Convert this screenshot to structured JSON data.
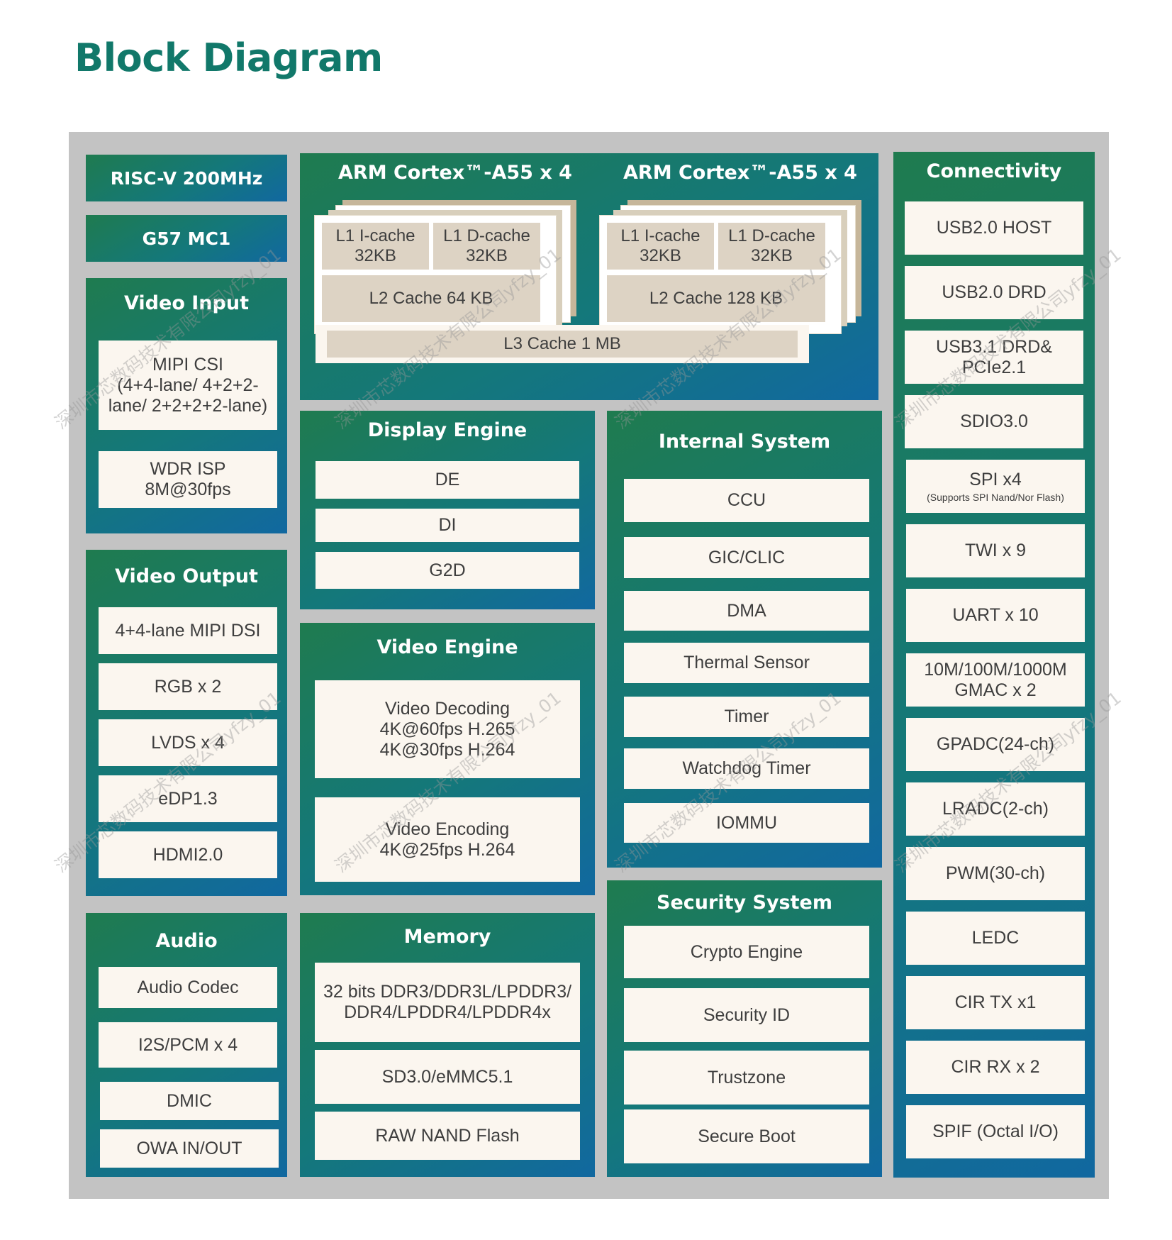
{
  "title": "Block Diagram",
  "left": {
    "riscv": "RISC-V 200MHz",
    "gpu": "G57 MC1",
    "video_input": {
      "title": "Video Input",
      "items": [
        "MIPI CSI\n(4+4-lane/ 4+2+2-\nlane/ 2+2+2+2-lane)",
        "WDR ISP\n8M@30fps"
      ]
    },
    "video_output": {
      "title": "Video Output",
      "items": [
        "4+4-lane MIPI DSI",
        "RGB x 2",
        "LVDS x 4",
        "eDP1.3",
        "HDMI2.0"
      ]
    },
    "audio": {
      "title": "Audio",
      "items": [
        "Audio Codec",
        "I2S/PCM x 4",
        "DMIC",
        "OWA IN/OUT"
      ]
    }
  },
  "cpu": {
    "clusters": [
      {
        "title": "ARM Cortex™-A55 x 4",
        "l1i": "L1 I-cache\n32KB",
        "l1d": "L1 D-cache\n32KB",
        "l2": "L2 Cache 64 KB"
      },
      {
        "title": "ARM Cortex™-A55 x 4",
        "l1i": "L1 I-cache\n32KB",
        "l1d": "L1 D-cache\n32KB",
        "l2": "L2 Cache 128 KB"
      }
    ],
    "l3": "L3 Cache 1 MB"
  },
  "display_engine": {
    "title": "Display Engine",
    "items": [
      "DE",
      "DI",
      "G2D"
    ]
  },
  "video_engine": {
    "title": "Video Engine",
    "items": [
      "Video Decoding\n4K@60fps H.265\n4K@30fps H.264",
      "Video Encoding\n4K@25fps H.264"
    ]
  },
  "memory": {
    "title": "Memory",
    "items": [
      "32 bits DDR3/DDR3L/LPDDR3/\nDDR4/LPDDR4/LPDDR4x",
      "SD3.0/eMMC5.1",
      "RAW NAND Flash"
    ]
  },
  "internal_system": {
    "title": "Internal System",
    "items": [
      "CCU",
      "GIC/CLIC",
      "DMA",
      "Thermal Sensor",
      "Timer",
      "Watchdog Timer",
      "IOMMU"
    ]
  },
  "security_system": {
    "title": "Security System",
    "items": [
      "Crypto Engine",
      "Security ID",
      "Trustzone",
      "Secure Boot"
    ]
  },
  "connectivity": {
    "title": "Connectivity",
    "items": [
      {
        "label": "USB2.0 HOST"
      },
      {
        "label": "USB2.0 DRD"
      },
      {
        "label": "USB3.1 DRD&\nPCIe2.1"
      },
      {
        "label": "SDIO3.0"
      },
      {
        "label": "SPI x4",
        "note": "(Supports SPI Nand/Nor Flash)"
      },
      {
        "label": "TWI x 9"
      },
      {
        "label": "UART x 10"
      },
      {
        "label": "10M/100M/1000M\nGMAC x 2"
      },
      {
        "label": "GPADC(24-ch)"
      },
      {
        "label": "LRADC(2-ch)"
      },
      {
        "label": "PWM(30-ch)"
      },
      {
        "label": "LEDC"
      },
      {
        "label": "CIR TX x1"
      },
      {
        "label": "CIR RX x 2"
      },
      {
        "label": "SPIF (Octal I/O)"
      }
    ]
  },
  "watermark": "深圳市芯数码技术有限公司yfzy_01"
}
